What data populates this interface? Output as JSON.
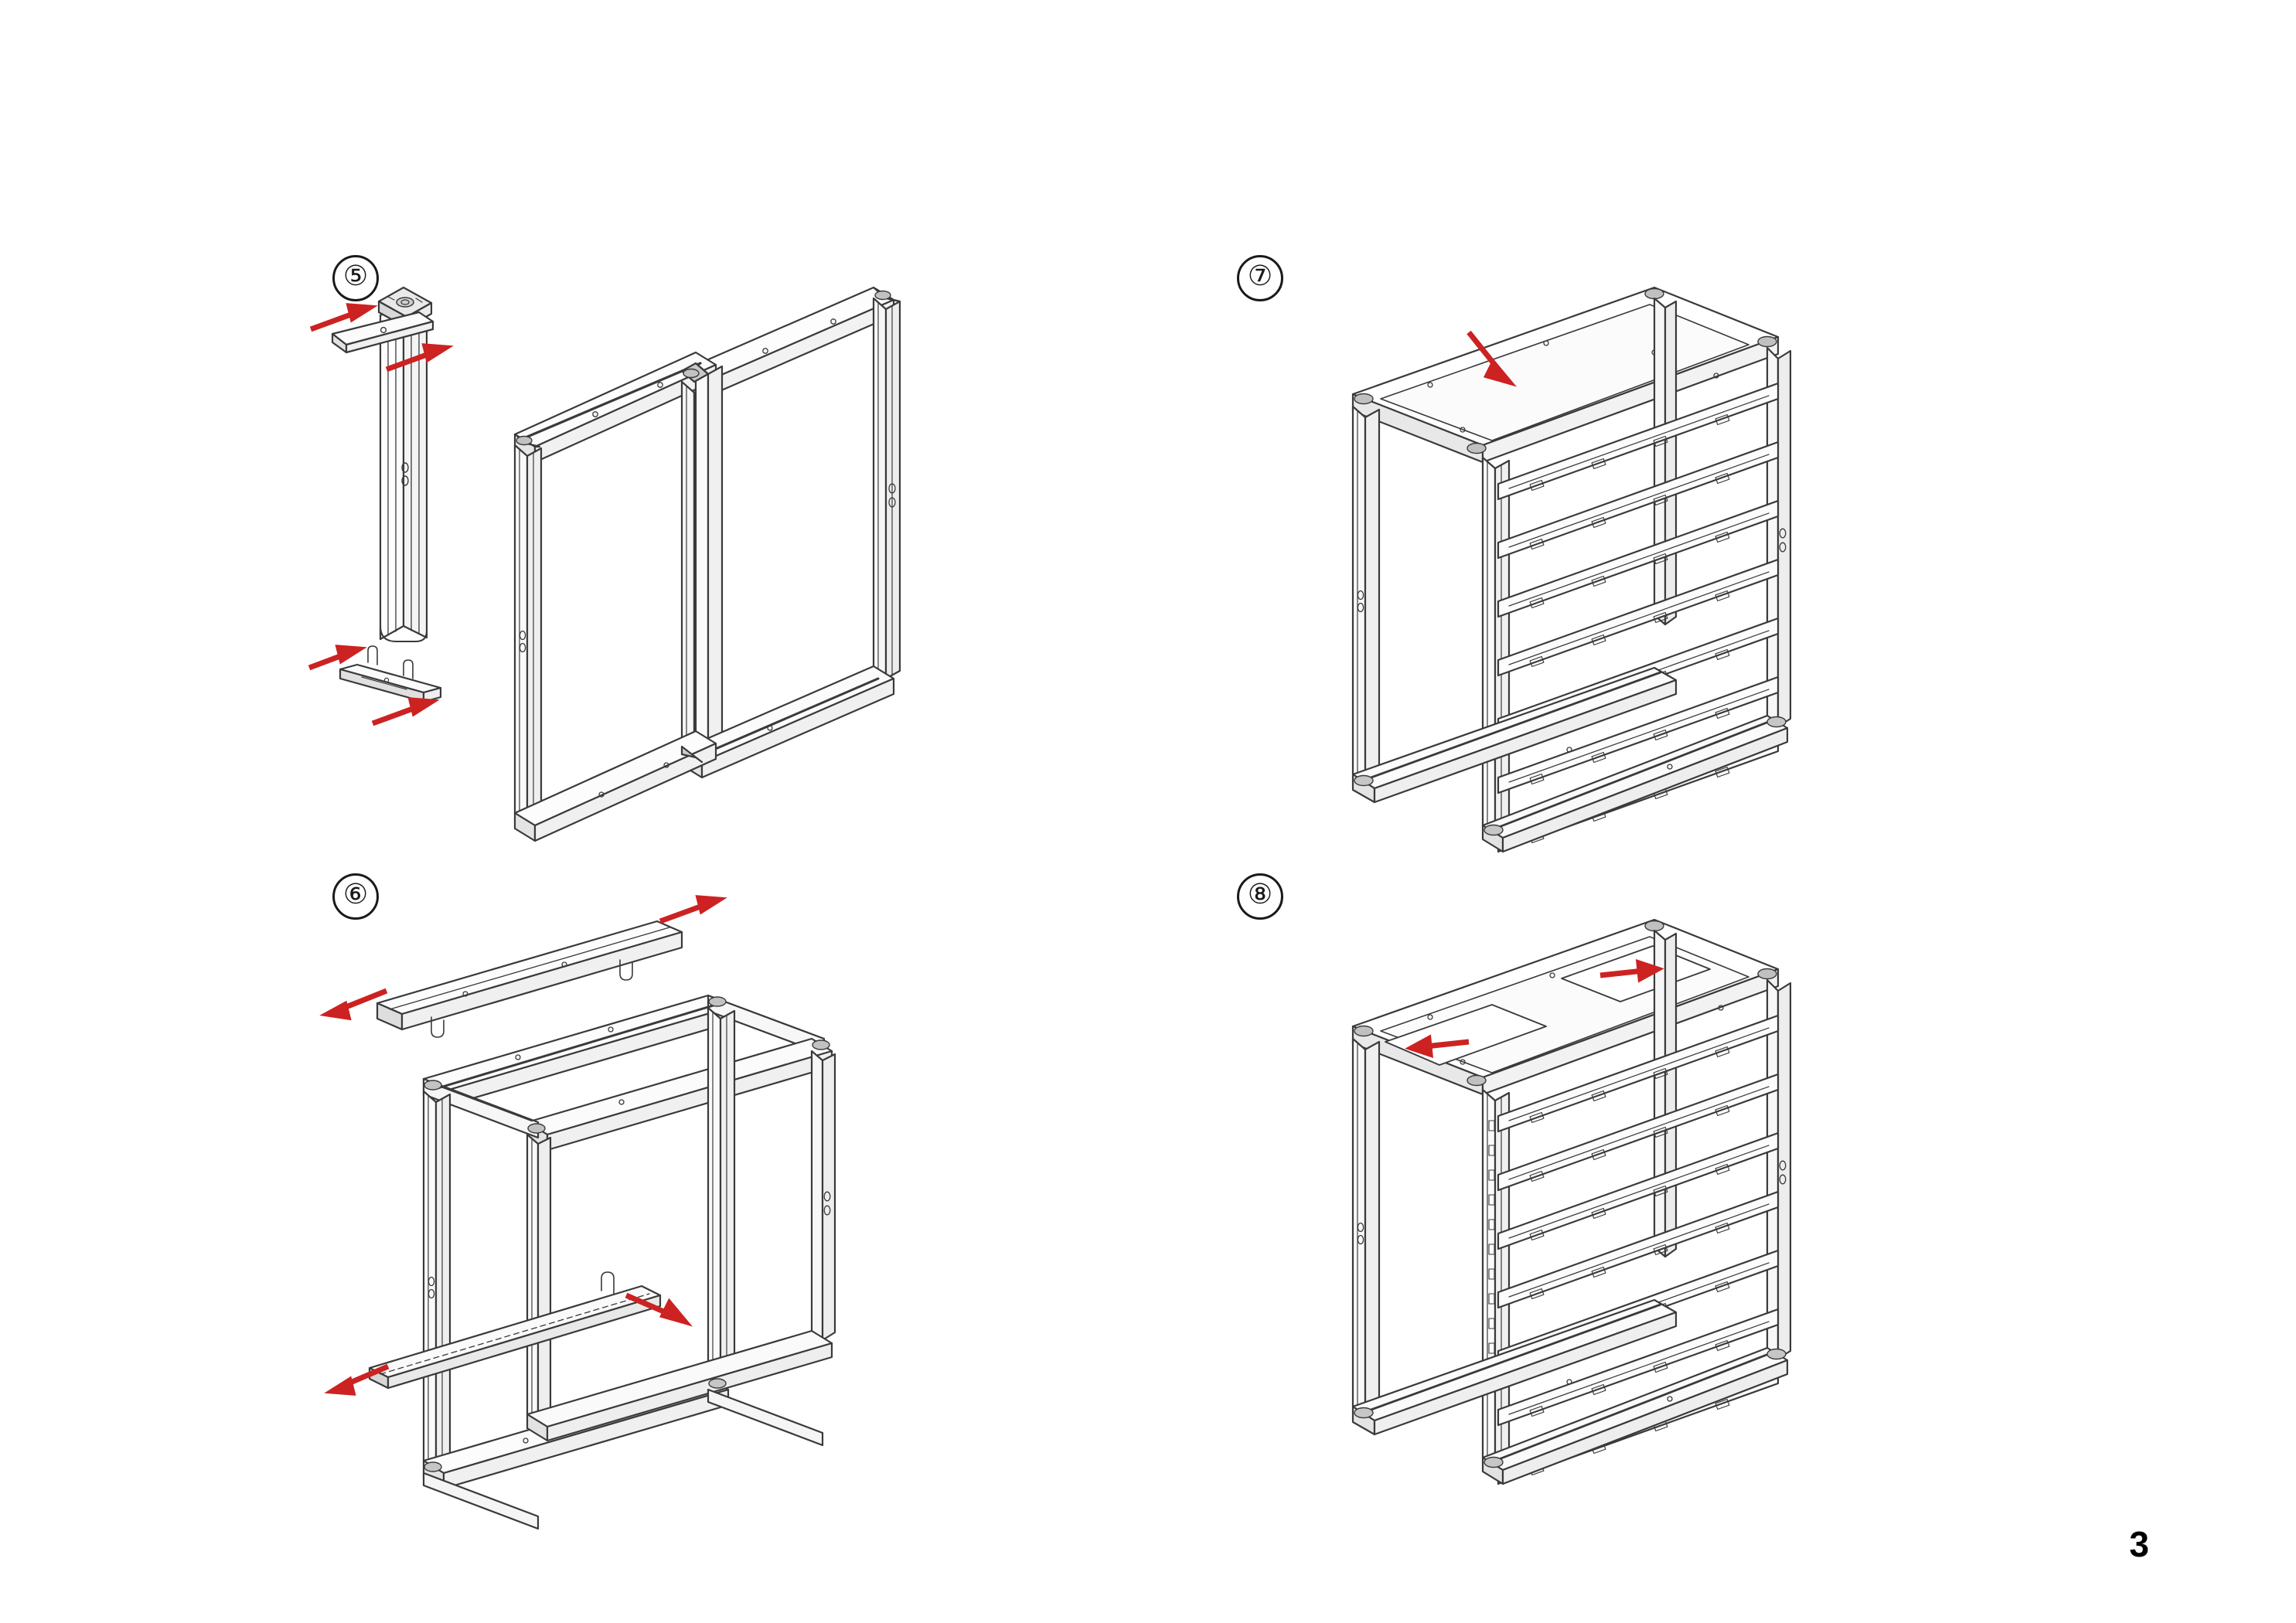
{
  "document": {
    "type": "assembly-instruction-sheet",
    "page_number": "3",
    "background_color": "#ffffff",
    "line_color": "#333333",
    "arrow_color": "#cc2222"
  },
  "steps": [
    {
      "id": "step-5",
      "number": "⑤",
      "caption": "",
      "figure": "vertical-post-with-top-and-bottom-brackets-and-side-frame",
      "arrows": [
        {
          "name": "arrow-top-bracket-insert",
          "direction": "right-up"
        },
        {
          "name": "arrow-post-top-lock",
          "direction": "right-up"
        },
        {
          "name": "arrow-bottom-bracket-insert",
          "direction": "right-up"
        },
        {
          "name": "arrow-bottom-bracket-lock",
          "direction": "right-up"
        }
      ],
      "parts": [
        {
          "name": "vertical-post",
          "count": 1
        },
        {
          "name": "top-bracket-plate",
          "count": 1
        },
        {
          "name": "bottom-bracket-foot",
          "count": 1
        },
        {
          "name": "assembled-side-frame",
          "count": 1
        }
      ]
    },
    {
      "id": "step-6",
      "number": "⑥",
      "caption": "",
      "figure": "box-frame-with-top-and-bottom-cross-rails",
      "arrows": [
        {
          "name": "arrow-top-rail-right",
          "direction": "right-up"
        },
        {
          "name": "arrow-top-rail-left",
          "direction": "left-down"
        },
        {
          "name": "arrow-bottom-rail-right",
          "direction": "right-down"
        },
        {
          "name": "arrow-bottom-rail-left",
          "direction": "left-down"
        }
      ],
      "parts": [
        {
          "name": "top-cross-rail",
          "count": 1
        },
        {
          "name": "bottom-cross-rail",
          "count": 1
        },
        {
          "name": "assembled-box-frame",
          "count": 1
        }
      ]
    },
    {
      "id": "step-7",
      "number": "⑦",
      "caption": "",
      "figure": "cabinet-frame-with-slatted-back-panel",
      "arrows": [
        {
          "name": "arrow-top-panel-seat",
          "direction": "down-right"
        }
      ],
      "parts": [
        {
          "name": "slat-panel",
          "count": 7
        },
        {
          "name": "assembled-cabinet-frame",
          "count": 1
        }
      ]
    },
    {
      "id": "step-8",
      "number": "⑧",
      "caption": "",
      "figure": "cabinet-frame-with-slats-and-top-cover-panels",
      "arrows": [
        {
          "name": "arrow-top-cover-left",
          "direction": "left"
        },
        {
          "name": "arrow-top-cover-right",
          "direction": "right"
        }
      ],
      "parts": [
        {
          "name": "slat-panel",
          "count": 7
        },
        {
          "name": "top-cover-panel",
          "count": 2
        },
        {
          "name": "assembled-cabinet-frame",
          "count": 1
        }
      ]
    }
  ]
}
